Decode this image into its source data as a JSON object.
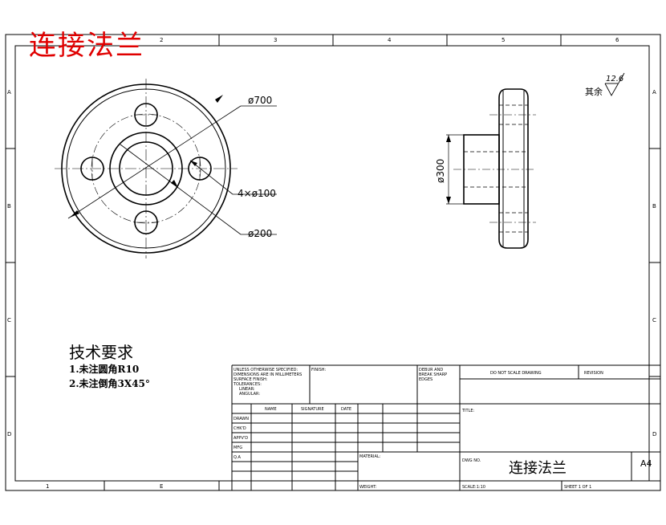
{
  "overlay_title": "连接法兰",
  "border": {
    "top_cols": [
      "2",
      "3",
      "4",
      "5",
      "6"
    ],
    "bottom_cols": [
      "1",
      "E"
    ],
    "rows": [
      "A",
      "B",
      "C",
      "D"
    ]
  },
  "dimensions": {
    "d700": "ø700",
    "d100": "4×ø100",
    "d200": "ø200",
    "d300": "ø300"
  },
  "surface": {
    "label": "其余",
    "roughness": "12.6"
  },
  "tech_requirements": {
    "title": "技术要求",
    "items": [
      "1.未注圆角R10",
      "2.未注倒角3X45°"
    ]
  },
  "title_block": {
    "general_notes": [
      "UNLESS OTHERWISE SPECIFIED:",
      "DIMENSIONS ARE IN MILLIMETERS",
      "SURFACE FINISH:",
      "TOLERANCES:",
      "LINEAR:",
      "ANGULAR:"
    ],
    "finish": "FINISH:",
    "deburr": [
      "DEBUR AND",
      "BREAK SHARP",
      "EDGES"
    ],
    "do_not_scale": "DO NOT SCALE DRAWING",
    "revision": "REVISION",
    "col_name": "NAME",
    "col_signature": "SIGNATURE",
    "col_date": "DATE",
    "rows": [
      "DRAWN",
      "CHK'D",
      "APPV'D",
      "MFG",
      "Q.A"
    ],
    "title_label": "TITLE:",
    "material": "MATERIAL:",
    "dwg_no": "DWG NO.",
    "part_name": "连接法兰",
    "size": "A4",
    "weight": "WEIGHT:",
    "scale": "SCALE:1:10",
    "sheet": "SHEET 1 OF 1"
  }
}
